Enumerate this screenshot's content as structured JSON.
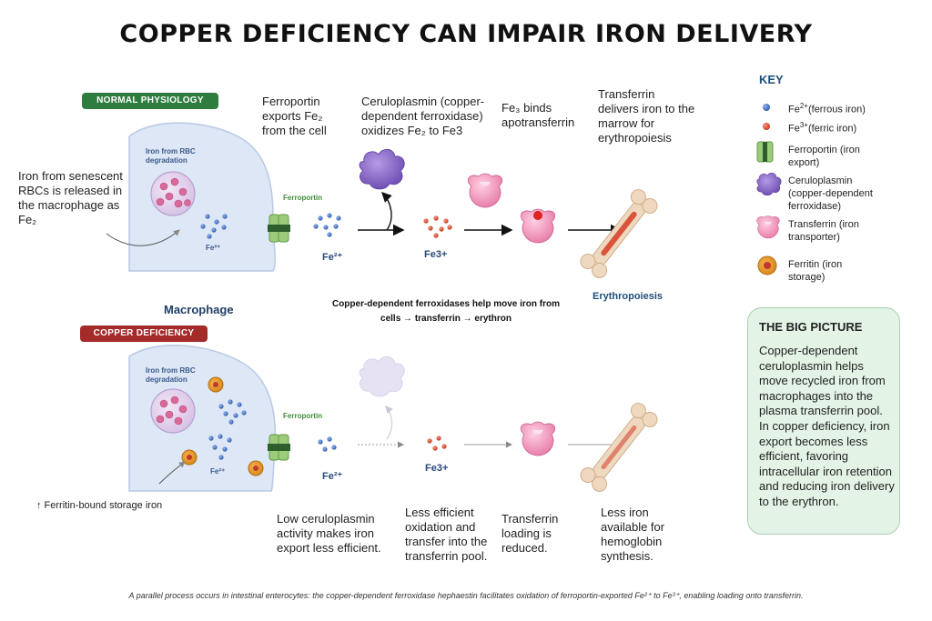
{
  "title": "COPPER DEFICIENCY CAN IMPAIR IRON DELIVERY",
  "normal": {
    "badge": "NORMAL PHYSIOLOGY",
    "rbc_label": "Iron from RBC degradation",
    "ferroportin_label": "Ferroportin",
    "fe2_inside": "Fe²⁺",
    "fe2_out": "Fe²⁺",
    "fe3": "Fe3+",
    "left_caption": "Iron from senescent RBCs is released in the macrophage as Fe₂",
    "step1": "Ferroportin exports Fe₂ from the cell",
    "step2": "Ceruloplasmin (copper-dependent ferroxidase) oxidizes Fe₂ to Fe3",
    "step3": "Fe₃ binds apotransferrin",
    "step4": "Transferrin delivers iron to the marrow for erythropoiesis",
    "erythropoiesis": "Erythropoiesis"
  },
  "macrophage_label": "Macrophage",
  "middle_note_1": "Copper-dependent ferroxidases help move iron from",
  "middle_note_2": "cells → transferrin → erythron",
  "deficiency": {
    "badge": "COPPER DEFICIENCY",
    "rbc_label": "Iron from RBC degradation",
    "ferroportin_label": "Ferroportin",
    "fe2_inside": "Fe²⁺",
    "fe2_out": "Fe²⁺",
    "fe3": "Fe3+",
    "ferritin_caption": "↑ Ferritin-bound storage iron",
    "step1": "Low ceruloplasmin activity makes iron export less efficient.",
    "step2": "Less efficient oxidation and transfer into the transferrin pool.",
    "step3": "Transferrin loading is reduced.",
    "step4": "Less iron available for hemoglobin synthesis."
  },
  "key": {
    "title": "KEY",
    "items": [
      {
        "icon": "ferrous-iron-icon",
        "label_main": "Fe",
        "label_sup": "2+",
        "label_rest": "(ferrous iron)"
      },
      {
        "icon": "ferric-iron-icon",
        "label_main": "Fe",
        "label_sup": "3+",
        "label_rest": "(ferric iron)"
      },
      {
        "icon": "ferroportin-icon",
        "label": "Ferroportin (iron export)"
      },
      {
        "icon": "ceruloplasmin-icon",
        "label": "Ceruloplasmin (copper-dependent ferroxidase)"
      },
      {
        "icon": "transferrin-icon",
        "label": "Transferrin (iron transporter)"
      },
      {
        "icon": "ferritin-icon",
        "label": "Ferritin (iron storage)"
      }
    ]
  },
  "big_picture": {
    "title": "THE BIG PICTURE",
    "body": "Copper-dependent ceruloplasmin helps move recycled iron from macrophages into the plasma transferrin pool. In copper deficiency, iron export becomes less efficient, favoring intracellular iron retention and reducing iron delivery to the erythron."
  },
  "footnote": "A parallel process occurs in intestinal enterocytes: the copper-dependent ferroxidase hephaestin facilitates oxidation of ferroportin-exported Fe²⁺ to Fe³⁺, enabling loading onto transferrin.",
  "colors": {
    "normal_badge": "#2e7d3e",
    "deficiency_badge": "#a52a2a",
    "cell_fill": "#dfe8f6",
    "ferrous": "#3d6fc4",
    "ferric": "#d9462a",
    "ceruloplasmin": "#8a6cc8",
    "transferrin": "#f29bbf",
    "bone": "#eed9c0",
    "marrow": "#d9543a"
  }
}
